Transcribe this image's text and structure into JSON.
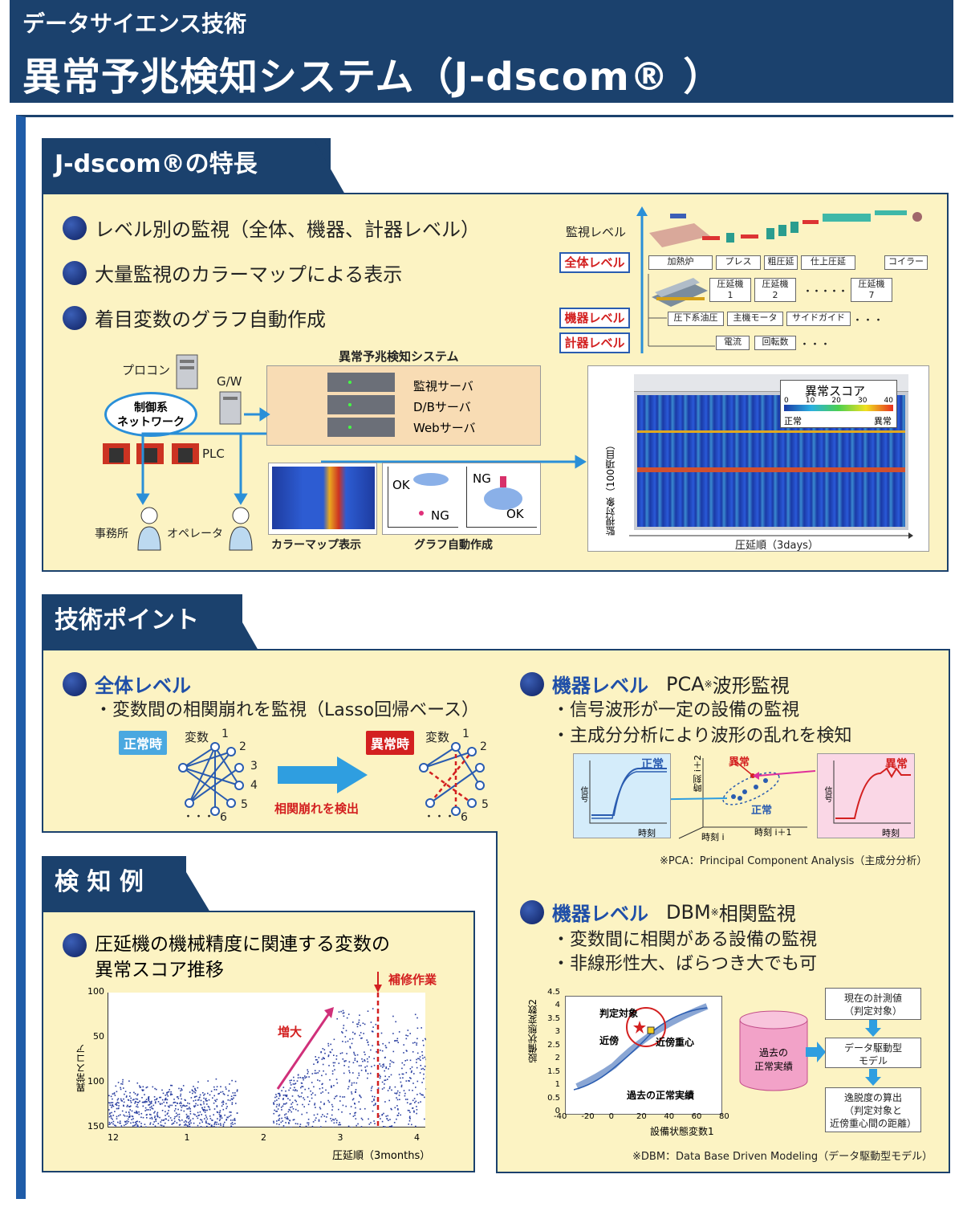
{
  "header": {
    "category": "データサイエンス技術",
    "title": "異常予兆検知システム（J-dscom® ）"
  },
  "features": {
    "tab": "J-dscom®の特長",
    "bullets": [
      "レベル別の監視（全体、機器、計器レベル）",
      "大量監視のカラーマップによる表示",
      "着目変数のグラフ自動作成"
    ],
    "levels": {
      "axis": "監視レベル",
      "overall": "全体レベル",
      "equipment": "機器レベル",
      "instrument": "計器レベル"
    },
    "process": [
      "加熱炉",
      "プレス",
      "粗圧延",
      "仕上圧延",
      "コイラー"
    ],
    "mills": [
      "圧延機\n1",
      "圧延機\n2",
      "圧延機\n7"
    ],
    "mills_dots": "・・・・・・",
    "equipment_items": [
      "圧下系油圧",
      "主機モータ",
      "サイドガイド"
    ],
    "instrument_items": [
      "電流",
      "回転数"
    ],
    "more": "・・・",
    "diagram": {
      "procon": "プロコン",
      "gw": "G/W",
      "network": "制御系\nネットワーク",
      "plc": "PLC",
      "system_title": "異常予兆検知システム",
      "servers": [
        "監視サーバ",
        "D/Bサーバ",
        "Webサーバ"
      ],
      "office": "事務所",
      "operator": "オペレータ",
      "colormap_label": "カラーマップ表示",
      "graph_label": "グラフ自動作成",
      "ok": "OK",
      "ng": "NG"
    },
    "heatmap": {
      "legend_title": "異常スコア",
      "ticks": [
        "0",
        "10",
        "20",
        "30",
        "40"
      ],
      "normal": "正常",
      "abnormal": "異常",
      "yaxis": "監視対象（100項目）",
      "xaxis": "圧延順（3days）"
    }
  },
  "tech": {
    "tab": "技術ポイント",
    "overall": {
      "heading": "全体レベル",
      "desc": "・変数間の相関崩れを監視（Lasso回帰ベース）",
      "normal_badge": "正常時",
      "abnormal_badge": "異常時",
      "var_label": "変数",
      "nodes": [
        "1",
        "2",
        "3",
        "4",
        "5",
        "6"
      ],
      "dots": "・・・",
      "detect": "相関崩れを検出"
    },
    "pca": {
      "heading_level": "機器レベル",
      "heading_method": "PCA",
      "heading_mark": "※",
      "heading_tail": "波形監視",
      "lines": [
        "・信号波形が一定の設備の監視",
        "・主成分分析により波形の乱れを検知"
      ],
      "normal": "正常",
      "abnormal": "異常",
      "signal": "信号",
      "time": "時刻",
      "t_i": "時刻 i",
      "t_i1": "時刻 i＋1",
      "t_i2": "時刻 i＋2",
      "note": "※PCA：Principal Component Analysis（主成分分析）"
    },
    "dbm": {
      "heading_level": "機器レベル",
      "heading_method": "DBM",
      "heading_mark": "※",
      "heading_tail": "相関監視",
      "lines": [
        "・変数間に相関がある設備の監視",
        "・非線形性大、ばらつき大でも可"
      ],
      "target": "判定対象",
      "neighbor": "近傍",
      "center": "近傍重心",
      "past": "過去の正常実績",
      "xaxis": "設備状態変数1",
      "yaxis": "設備状態変数2",
      "xticks": [
        "-40",
        "-20",
        "0",
        "20",
        "40",
        "60",
        "80"
      ],
      "yticks": [
        "0",
        "0.5",
        "1",
        "1.5",
        "2",
        "2.5",
        "3",
        "3.5",
        "4",
        "4.5"
      ],
      "db": "過去の\n正常実績",
      "flow": [
        "現在の計測値\n（判定対象）",
        "データ駆動型\nモデル",
        "逸脱度の算出\n（判定対象と\n近傍重心間の距離）"
      ],
      "note": "※DBM：Data Base Driven Modeling（データ駆動型モデル）"
    }
  },
  "example": {
    "tab": "検 知 例",
    "title": "圧延機の機械精度に関連する変数の\n異常スコア推移",
    "repair": "補修作業",
    "increase": "増大",
    "yaxis": "異常スコア",
    "xaxis": "圧延順（3months）",
    "yticks": [
      "150",
      "100",
      "50",
      "100"
    ],
    "xticks": [
      "12",
      "1",
      "2",
      "3",
      "4"
    ]
  },
  "colors": {
    "navy": "#1b416d",
    "panel": "#fcf3c3",
    "accent_red": "#d32020",
    "accent_blue": "#1f4fa8"
  }
}
